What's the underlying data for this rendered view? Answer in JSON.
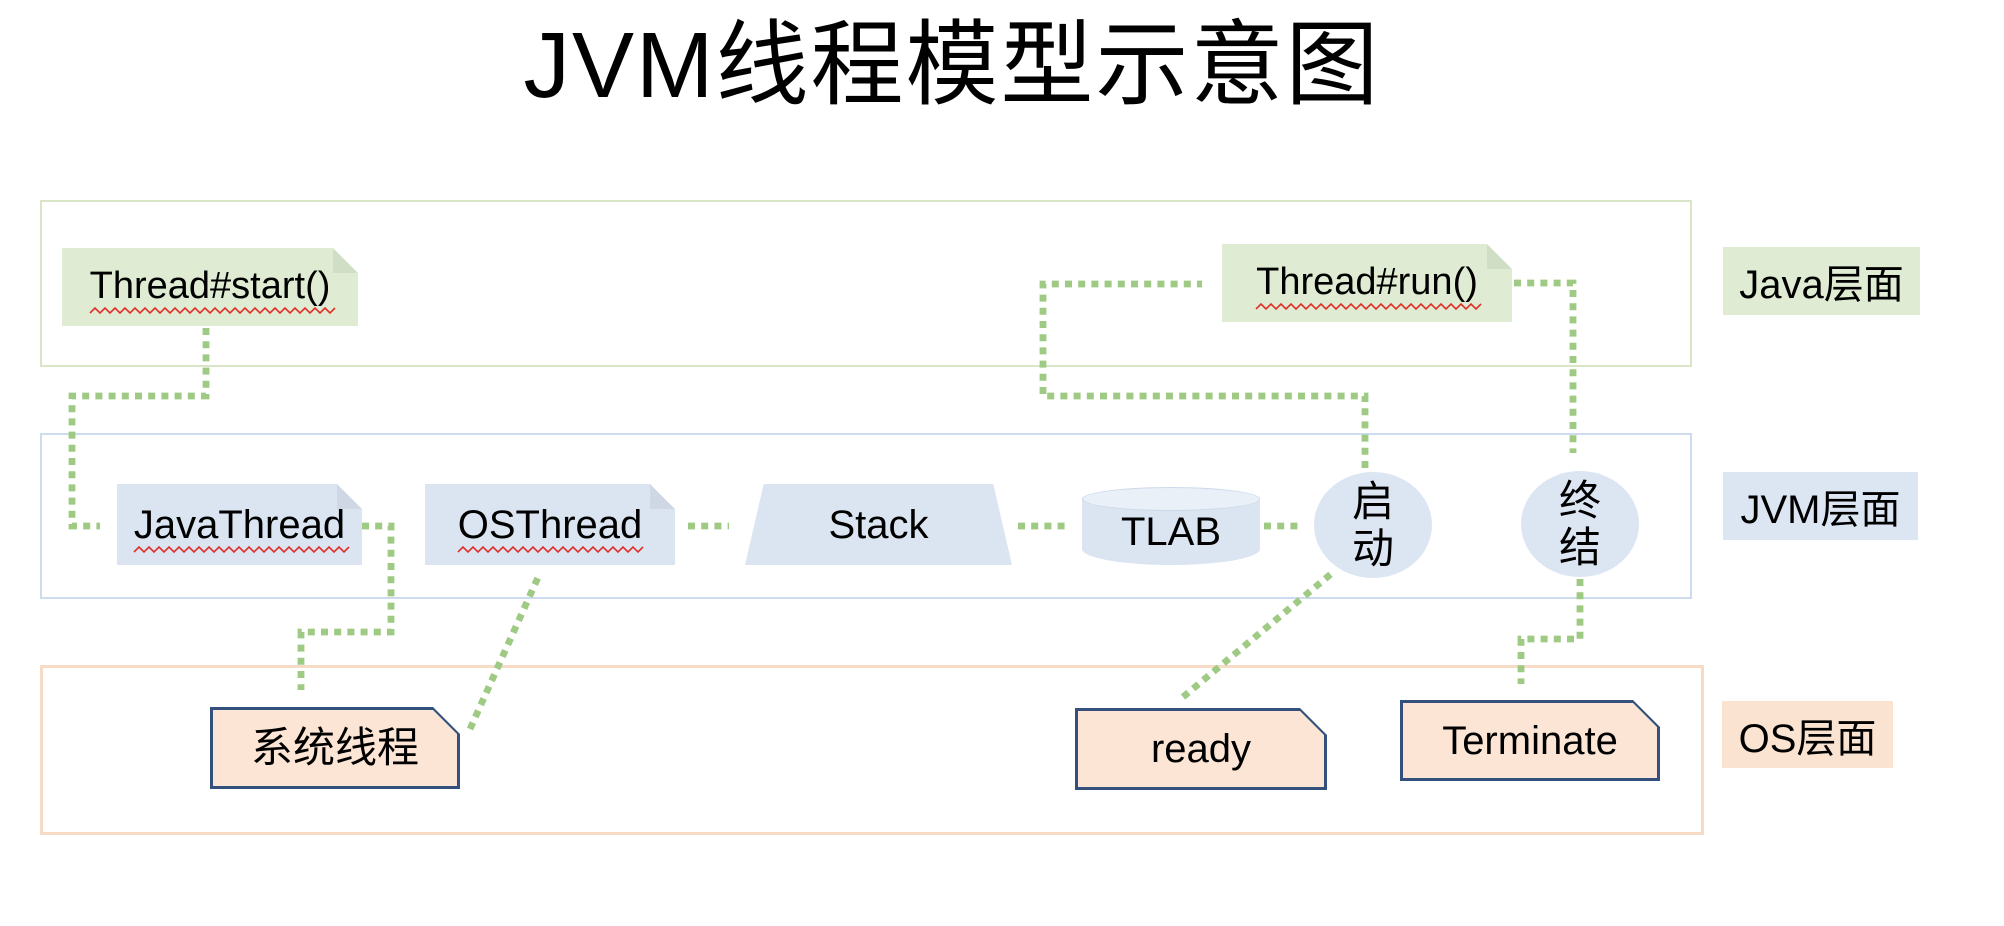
{
  "title": "JVM线程模型示意图",
  "layers": {
    "java": {
      "label": "Java层面"
    },
    "jvm": {
      "label": "JVM层面"
    },
    "os": {
      "label": "OS层面"
    }
  },
  "nodes": {
    "thread_start": {
      "label": "Thread#start()",
      "misspelled": true
    },
    "thread_run": {
      "label": "Thread#run()",
      "misspelled": true
    },
    "java_thread": {
      "label": "JavaThread",
      "misspelled": true
    },
    "os_thread": {
      "label": "OSThread",
      "misspelled": true
    },
    "stack": {
      "label": "Stack",
      "misspelled": false
    },
    "tlab": {
      "label": "TLAB",
      "misspelled": false
    },
    "launch": {
      "label": "启动",
      "misspelled": false
    },
    "finish": {
      "label": "终结",
      "misspelled": false
    },
    "sys_thread": {
      "label": "系统线程",
      "misspelled": false
    },
    "ready": {
      "label": "ready",
      "misspelled": false
    },
    "terminate": {
      "label": "Terminate",
      "misspelled": false
    }
  },
  "edges": [
    {
      "from": "Thread#start()",
      "to": "JavaThread",
      "style": "dotted",
      "arrow": "single"
    },
    {
      "from": "JavaThread",
      "to": "系统线程",
      "style": "dotted",
      "arrow": "single"
    },
    {
      "from": "系统线程",
      "to": "OSThread",
      "style": "dotted",
      "arrow": "double"
    },
    {
      "from": "OSThread",
      "to": "Stack",
      "style": "dotted",
      "arrow": "single"
    },
    {
      "from": "Stack",
      "to": "TLAB",
      "style": "dotted",
      "arrow": "single"
    },
    {
      "from": "TLAB",
      "to": "启动",
      "style": "dotted",
      "arrow": "single"
    },
    {
      "from": "启动",
      "to": "Thread#run()",
      "style": "dotted",
      "arrow": "single"
    },
    {
      "from": "Thread#run()",
      "to": "终结",
      "style": "dotted",
      "arrow": "single"
    },
    {
      "from": "终结",
      "to": "Terminate",
      "style": "dotted",
      "arrow": "single"
    },
    {
      "from": "启动",
      "to": "ready",
      "style": "dotted",
      "arrow": "double"
    }
  ],
  "colors": {
    "java_layer_fill": "#dfecd3",
    "jvm_layer_fill": "#dce6f3",
    "os_layer_fill": "#fbe3d1",
    "java_band_border": "#d8e6c7",
    "jvm_band_border": "#ccdcee",
    "os_band_border": "#f6dcc7",
    "blue_node_fill": "#dbe5f2",
    "os_box_fill": "#fce5d4",
    "os_box_border": "#34517e",
    "arrow_green": "#9fca84",
    "spellcheck_red": "#e0302a"
  }
}
